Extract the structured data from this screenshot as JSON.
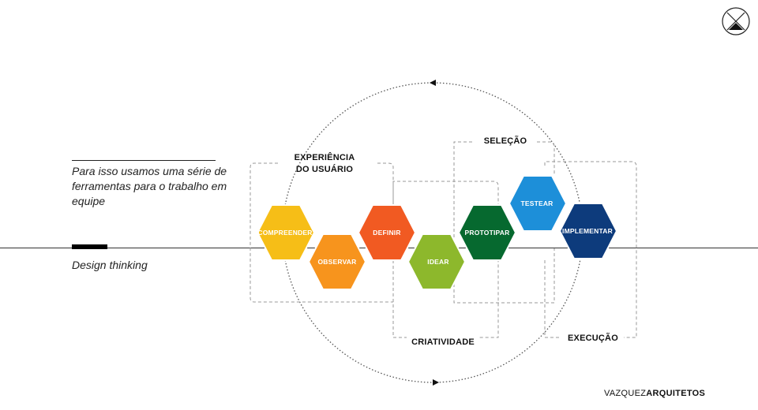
{
  "intro_text": "Para isso usamos uma série de ferramentas para o trabalho em equipe",
  "section_title": "Design thinking",
  "brand": {
    "part1": "VAZQUEZ",
    "part2": "ARQUITETOS"
  },
  "groups": {
    "experiencia": "EXPERIÊNCIA DO USUÁRIO",
    "selecao": "SELEÇÃO",
    "criatividade": "CRIATIVIDADE",
    "execucao": "EXECUÇÃO"
  },
  "steps": [
    {
      "label": "COMPREENDER",
      "color": "#F6BE17"
    },
    {
      "label": "OBSERVAR",
      "color": "#F7941D"
    },
    {
      "label": "DEFINIR",
      "color": "#F15A22"
    },
    {
      "label": "IDEAR",
      "color": "#8DB82C"
    },
    {
      "label": "PROTOTIPAR",
      "color": "#06692F"
    },
    {
      "label": "TESTEAR",
      "color": "#1D8FD9"
    },
    {
      "label": "IMPLEMENTAR",
      "color": "#0D3B7C"
    }
  ]
}
